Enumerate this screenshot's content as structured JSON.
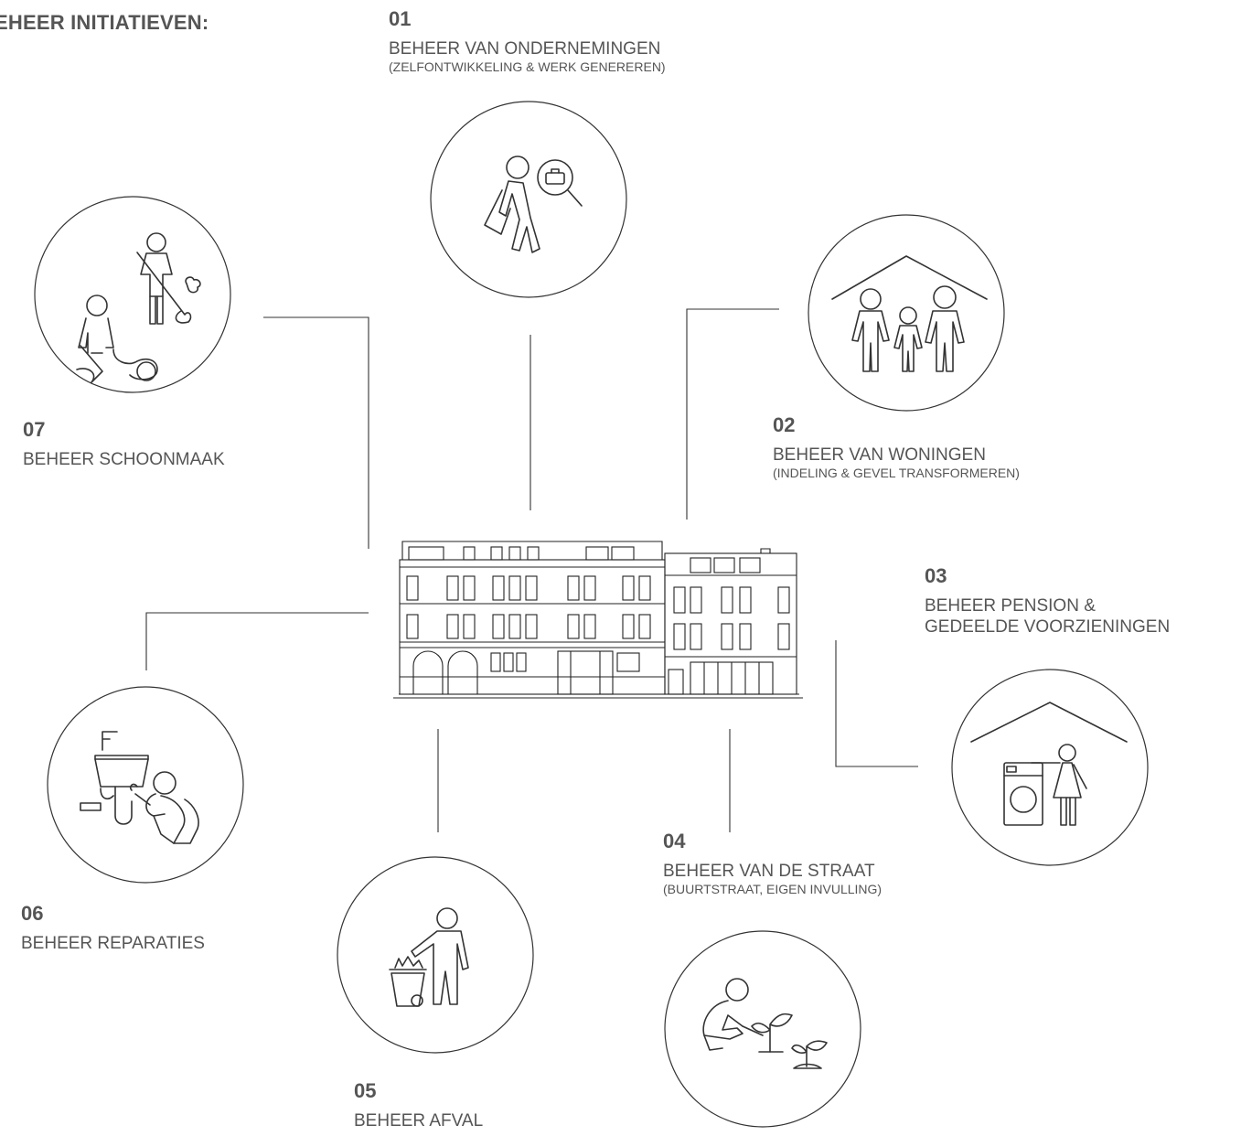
{
  "heading": "EHEER INITIATIEVEN:",
  "initiatives": [
    {
      "number": "01",
      "title": "BEHEER VAN ONDERNEMINGEN",
      "subtitle": "(ZELFONTWIKKELING & WERK GENEREREN)",
      "icon": "job-search-icon"
    },
    {
      "number": "02",
      "title": "BEHEER VAN WONINGEN",
      "subtitle": "(INDELING & GEVEL TRANSFORMEREN)",
      "icon": "family-house-icon"
    },
    {
      "number": "03",
      "title": "BEHEER PENSION &",
      "title2": "GEDEELDE VOORZIENINGEN",
      "icon": "laundry-shared-icon"
    },
    {
      "number": "04",
      "title": "BEHEER VAN DE STRAAT",
      "subtitle": "(BUURTSTRAAT, EIGEN INVULLING)",
      "icon": "gardening-icon"
    },
    {
      "number": "05",
      "title": "BEHEER AFVAL",
      "icon": "waste-bin-icon"
    },
    {
      "number": "06",
      "title": "BEHEER REPARATIES",
      "icon": "plumber-repair-icon"
    },
    {
      "number": "07",
      "title": "BEHEER SCHOONMAAK",
      "icon": "cleaning-icon"
    }
  ],
  "center": {
    "icon": "building-facade-icon"
  }
}
